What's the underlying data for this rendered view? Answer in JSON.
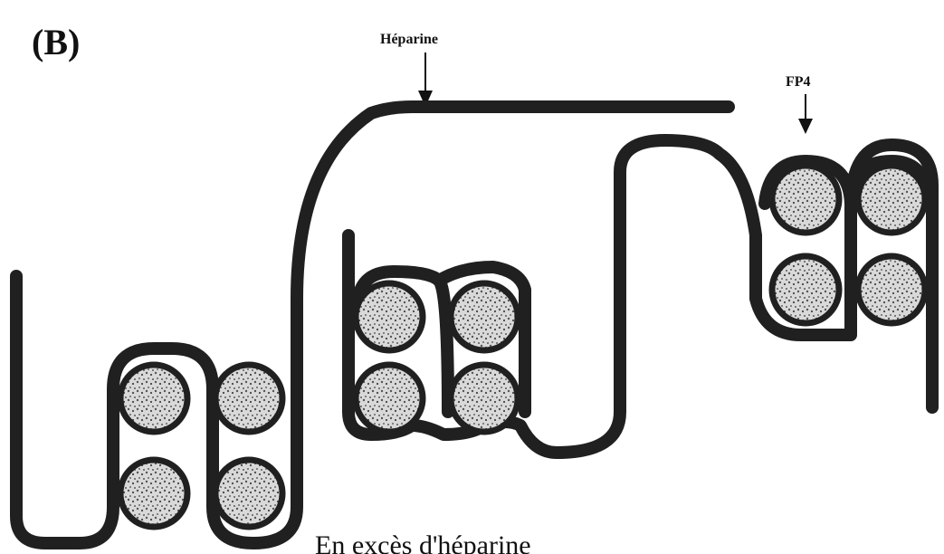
{
  "panel_label": "(B)",
  "labels": {
    "heparin": "Héparine",
    "pf4": "FP4"
  },
  "caption": "En excès d'héparine",
  "colors": {
    "strand": "#202020",
    "background": "#ffffff"
  },
  "nucleosome_count": 12
}
